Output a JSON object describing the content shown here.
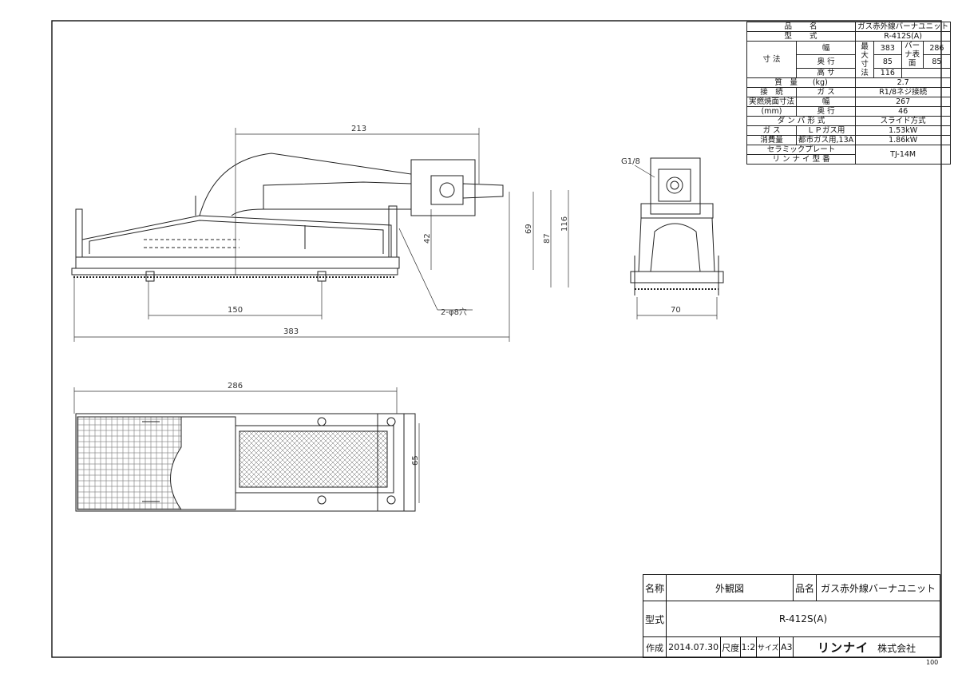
{
  "spec": {
    "rows": {
      "name_label": "品　　名",
      "name_value": "ガス赤外線バーナユニット",
      "model_label": "型　　式",
      "model_value": "R-412S(A)",
      "dims_label": "寸 法",
      "width_label": "幅",
      "depth_label": "奥 行",
      "height_label": "高 サ",
      "max_label": "最大寸法",
      "max_width": "383",
      "max_depth": "85",
      "max_height": "116",
      "burner_label": "バーナ表 面",
      "burner_width": "286",
      "burner_depth": "85",
      "mass_label": "質　量　　(kg)",
      "mass_value": "2.7",
      "connect_label": "接　続",
      "connect_gas": "ガ ス",
      "connect_value": "R1/8ネジ接続",
      "combust_label": "実燃焼面寸法",
      "combust_mm": "(mm)",
      "combust_width_label": "幅",
      "combust_width": "267",
      "combust_depth_label": "奥 行",
      "combust_depth": "46",
      "damper_label": "ダ ン パ 形 式",
      "damper_value": "スライド方式",
      "gas_label": "ガ ス",
      "consumption_label": "消費量",
      "lp_label": "ＬＰガス用",
      "lp_value": "1.53kW",
      "city_label": "都市ガス用,13A",
      "city_value": "1.86kW",
      "plate_label_1": "セラミックプレート",
      "plate_label_2": "リ ン ナ イ 型 番",
      "plate_value": "TJ-14M"
    }
  },
  "drawing": {
    "dims_front": {
      "d213": "213",
      "d42": "42",
      "d69": "69",
      "d87": "87",
      "d116": "116",
      "d150": "150",
      "d383": "383",
      "hole": "2-φ8穴"
    },
    "dims_side": {
      "g18": "G1/8",
      "d70": "70"
    },
    "dims_top": {
      "d286": "286",
      "d65": "65"
    }
  },
  "title_block": {
    "name_label": "名称",
    "name_value": "外観図",
    "product_label": "品名",
    "product_value": "ガス赤外線バーナユニット",
    "model_label": "型式",
    "model_value": "R-412S(A)",
    "made_label": "作成",
    "made_value": "2014.07.30",
    "scale_label": "尺度",
    "scale_value": "1:2",
    "size_label": "サイズ",
    "size_value": "A3",
    "company_logo": "リンナイ",
    "company_suffix": "株式会社"
  },
  "sheet_number": "100"
}
